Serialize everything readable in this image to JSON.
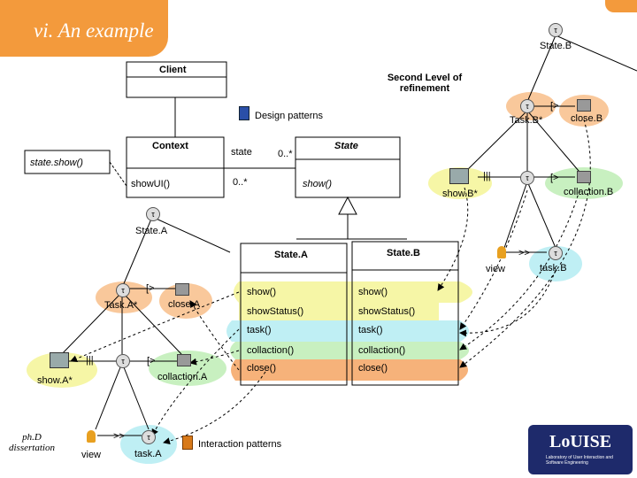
{
  "slide": {
    "title": "vi. An example",
    "footer_left": "ph.D\ndissertation",
    "logo_name": "LoUISE",
    "logo_sub": "Laboratory of User Interaction and Software Engineering"
  },
  "notes": {
    "second_level": "Second Level of refinement",
    "design_patterns": "Design patterns",
    "interaction_patterns": "Interaction patterns",
    "state_show": "state.show()"
  },
  "classes": {
    "client": "Client",
    "context": "Context",
    "context_method": "showUI()",
    "state_abstract": "State",
    "state_method": "show()",
    "state_a": "State.A",
    "state_b": "State.B"
  },
  "assoc": {
    "role": "state",
    "mult1": "0..*",
    "mult2": "0..*"
  },
  "methods_a": [
    "show()",
    "showStatus()",
    "task()",
    "collaction()",
    "close()"
  ],
  "methods_b": [
    "show()",
    "showStatus()",
    "task()",
    "collaction()",
    "close()"
  ],
  "tree_b": {
    "root": "State.B",
    "taskstar": "Task.B*",
    "close": "close.B",
    "show": "show.B*",
    "collaction": "collaction.B",
    "view": "view",
    "task": "task.B",
    "op_choice": "[>",
    "op_par": "|||",
    "op_enable": ">>"
  },
  "tree_a": {
    "root": "State.A",
    "taskstar": "Task.A*",
    "close": "close.A",
    "show": "show.A*",
    "collaction": "collaction.A",
    "view": "view",
    "task": "task.A",
    "op_choice": "[>",
    "op_par": "|||",
    "op_enable": ">>"
  },
  "colors": {
    "title_bg": "#f39a3c",
    "peach": "#f9c89b",
    "green": "#c8f0c0",
    "cyan": "#bfeff4",
    "yellow": "#f6f6a6",
    "orange_row": "#f6b27a"
  }
}
